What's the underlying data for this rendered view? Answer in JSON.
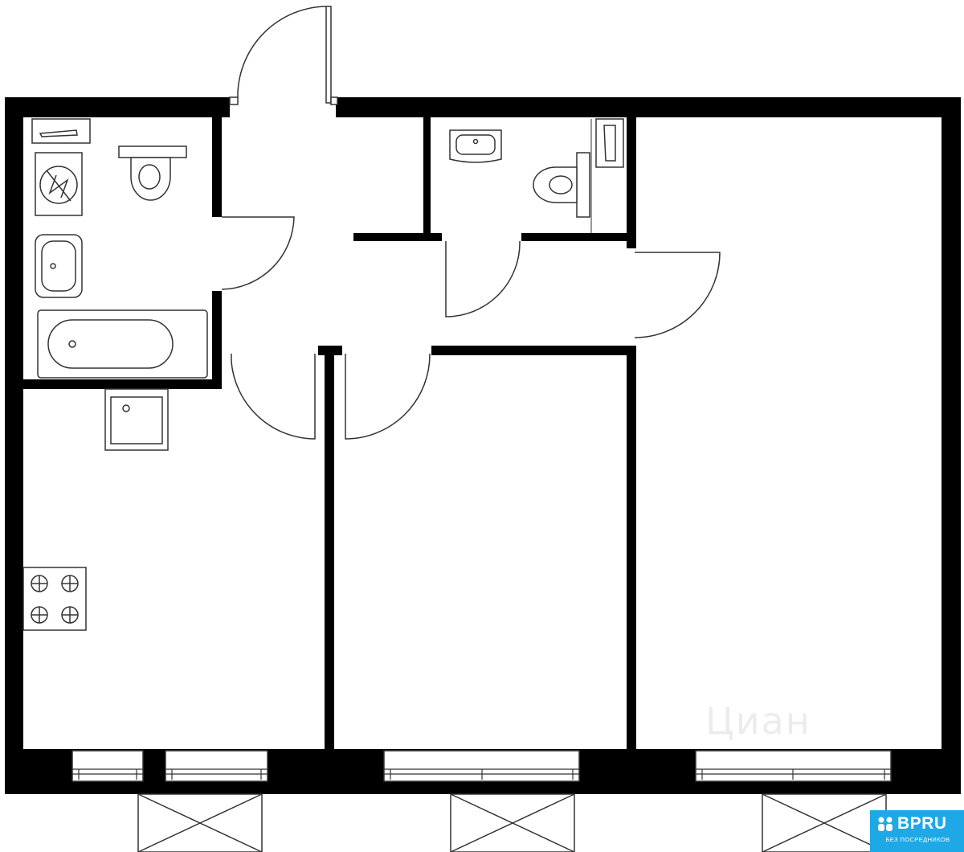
{
  "diagram": {
    "type": "apartment floor plan",
    "colors": {
      "wall": "#000000",
      "fixture_line": "#333333",
      "background": "#ffffff",
      "badge": "#1ea8e6"
    },
    "rooms": [
      "kitchen-living",
      "bedroom",
      "large-room",
      "hallway",
      "bathroom",
      "toilet"
    ],
    "fixtures": [
      "bathtub",
      "washbasin",
      "toilet",
      "washing-machine",
      "water-heater",
      "stove",
      "kitchen-sink",
      "window",
      "balcony"
    ]
  },
  "watermark": {
    "text": "Циан"
  },
  "badge": {
    "name": "BPRU",
    "tagline": "БЕЗ ПОСРЕДНИКОВ",
    "icon": "people-icon"
  }
}
